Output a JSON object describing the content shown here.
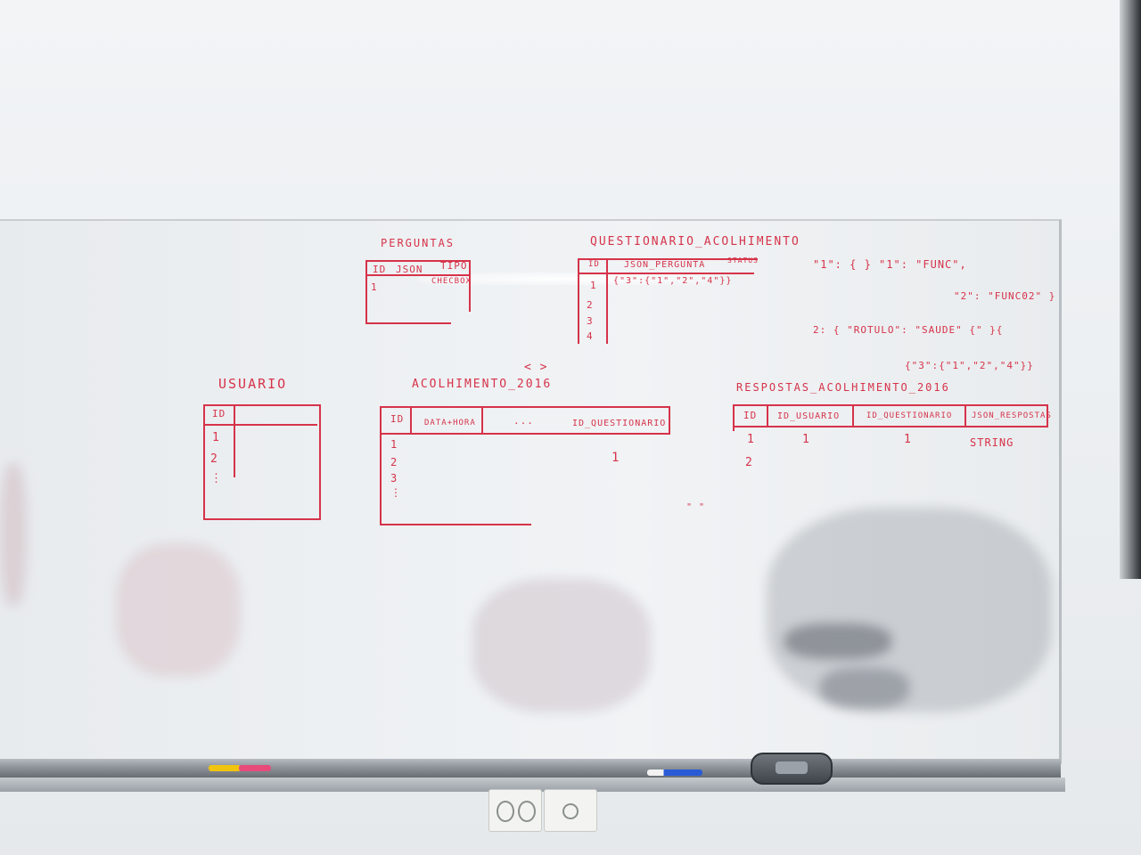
{
  "colors": {
    "ink": "#d6334a",
    "board": "#eef1f3",
    "rail": "#8e949a"
  },
  "perguntas": {
    "title": "PERGUNTAS",
    "headers": [
      "ID",
      "JSON",
      "TIPO"
    ],
    "row": [
      "1",
      "CHECBOX"
    ]
  },
  "questionario": {
    "title": "QUESTIONARIO_ACOLHIMENTO",
    "headers": [
      "ID",
      "JSON_PERGUNTA",
      "STATUS"
    ],
    "rows": [
      "1",
      "2",
      "3",
      "4"
    ],
    "json_value": "{\"3\":{\"1\",\"2\",\"4\"}}"
  },
  "json_notes": {
    "line1": "\"1\": {  } \"1\": \"FUNC\",",
    "line2": "\"2\": \"FUNC02\" }",
    "line3": "2: { \"ROTULO\": \"SAUDE\" {\"  }{",
    "line4": "{\"3\":{\"1\",\"2\",\"4\"}}"
  },
  "usuario": {
    "title": "USUARIO",
    "header": "ID",
    "rows": [
      "1",
      "2",
      "⋮"
    ]
  },
  "acolhimento": {
    "title": "ACOLHIMENTO_2016",
    "brackets": "<   >",
    "headers": [
      "ID",
      "DATA+HORA",
      "...",
      "ID_QUESTIONARIO"
    ],
    "rows": [
      "1",
      "2",
      "3",
      "⋮"
    ],
    "value": "1"
  },
  "respostas": {
    "title": "RESPOSTAS_ACOLHIMENTO_2016",
    "headers": [
      "ID",
      "ID_USUARIO",
      "ID_QUESTIONARIO",
      "JSON_RESPOSTAS"
    ],
    "rows": [
      "1",
      "2"
    ],
    "row1": [
      "1",
      "1",
      "STRING"
    ]
  },
  "stray": "\" \""
}
